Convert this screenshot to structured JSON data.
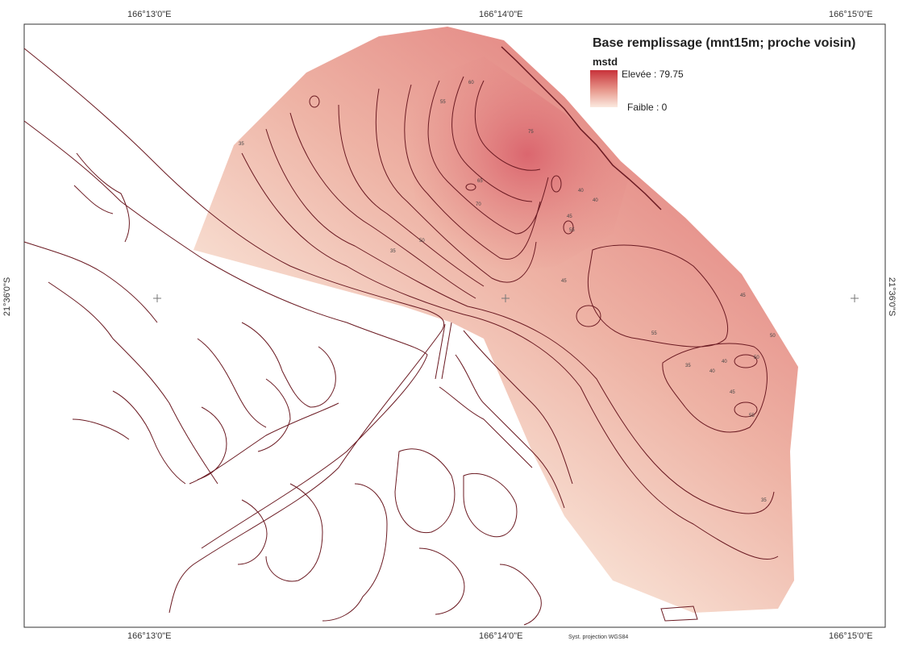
{
  "coords": {
    "top": [
      "166°13'0\"E",
      "166°14'0\"E",
      "166°15'0\"E"
    ],
    "bottom": [
      "166°13'0\"E",
      "166°14'0\"E",
      "166°15'0\"E"
    ],
    "left": "21°36'0\"S",
    "right": "21°36'0\"S"
  },
  "legend": {
    "title": "Base remplissage (mnt15m; proche voisin)",
    "field": "mstd",
    "high_label": "Elevée : 79.75",
    "low_label": "Faible : 0",
    "color_high": "#c8323a",
    "color_low": "#fbe9df"
  },
  "credit": "Syst. projection WGS84",
  "contour_color": "#6b1a22",
  "contour_labels": [
    "35",
    "35",
    "50",
    "55",
    "60",
    "75",
    "65",
    "70",
    "40",
    "40",
    "45",
    "55",
    "45",
    "55",
    "40",
    "35",
    "40",
    "50",
    "45",
    "55",
    "45",
    "50",
    "35"
  ]
}
